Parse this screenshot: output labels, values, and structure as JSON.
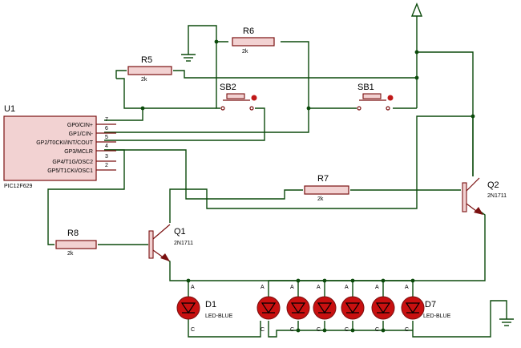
{
  "ic": {
    "ref": "U1",
    "part": "PIC12F629",
    "pins": [
      {
        "num": "7",
        "name": "GP0/CIN+"
      },
      {
        "num": "6",
        "name": "GP1/CIN-"
      },
      {
        "num": "5",
        "name": "GP2/T0CKI/INT/COUT"
      },
      {
        "num": "4",
        "name": "GP3/MCLR"
      },
      {
        "num": "3",
        "name": "GP4/T1G/OSC2"
      },
      {
        "num": "2",
        "name": "GP5/T1CKI/OSC1"
      }
    ]
  },
  "resistors": {
    "r5": {
      "ref": "R5",
      "value": "2k"
    },
    "r6": {
      "ref": "R6",
      "value": "2k"
    },
    "r7": {
      "ref": "R7",
      "value": "2k"
    },
    "r8": {
      "ref": "R8",
      "value": "2k"
    }
  },
  "switches": {
    "sb1": {
      "ref": "SB1"
    },
    "sb2": {
      "ref": "SB2"
    }
  },
  "transistors": {
    "q1": {
      "ref": "Q1",
      "part": "2N1711"
    },
    "q2": {
      "ref": "Q2",
      "part": "2N1711"
    }
  },
  "leds": {
    "d1": {
      "ref": "D1",
      "part": "LED-BLUE"
    },
    "d7": {
      "ref": "D7",
      "part": "LED-BLUE"
    },
    "anode_label": "A",
    "cathode_label": "C"
  }
}
